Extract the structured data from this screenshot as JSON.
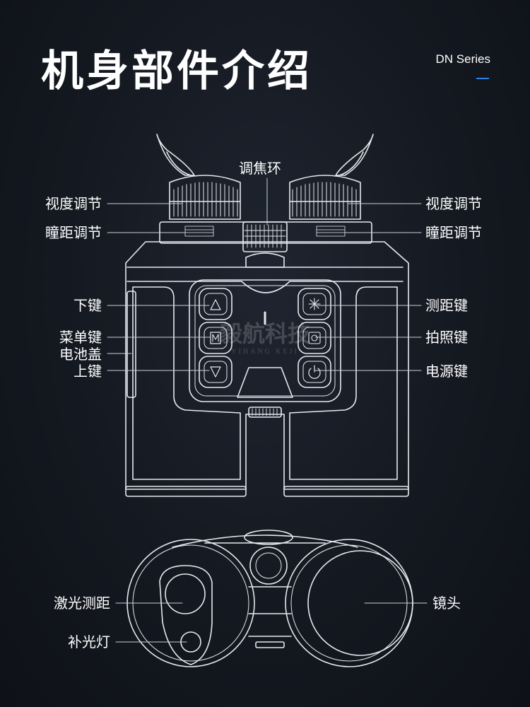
{
  "header": {
    "title": "机身部件介绍",
    "series": "DN Series"
  },
  "labels": {
    "diopter_left": "视度调节",
    "ipd_left": "瞳距调节",
    "focus_ring": "调焦环",
    "diopter_right": "视度调节",
    "ipd_right": "瞳距调节",
    "down_key": "下键",
    "menu_key": "菜单键",
    "battery_cover": "电池盖",
    "up_key": "上键",
    "range_key": "测距键",
    "photo_key": "拍照键",
    "power_key": "电源键",
    "laser_range": "激光测距",
    "fill_light": "补光灯",
    "lens": "镜头"
  },
  "watermark": {
    "text": "毅航科技",
    "sub": "YIHANG KEJI"
  },
  "colors": {
    "background": "#141820",
    "line": "#e6e9ee",
    "accent": "#2f7fe0"
  }
}
